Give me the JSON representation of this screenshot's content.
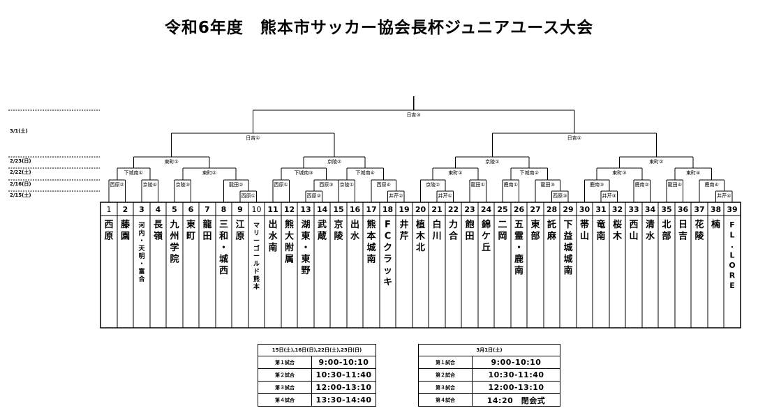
{
  "page": {
    "title": "令和6年度　熊本市サッカー協会長杯ジュニアユース大会"
  },
  "dates": [
    "3/1(土)",
    "2/23(日)",
    "2/22(土)",
    "2/16(日)",
    "2/15(土)"
  ],
  "teams": [
    {
      "no": "1",
      "name": "西原"
    },
    {
      "no": "2",
      "name": "藤園"
    },
    {
      "no": "3",
      "name": "河内・天明・富合"
    },
    {
      "no": "4",
      "name": "長嶺"
    },
    {
      "no": "5",
      "name": "九州学院"
    },
    {
      "no": "6",
      "name": "東町"
    },
    {
      "no": "7",
      "name": "龍田"
    },
    {
      "no": "8",
      "name": "三和・城西"
    },
    {
      "no": "9",
      "name": "江原"
    },
    {
      "no": "10",
      "name": "マリーゴールド熊本"
    },
    {
      "no": "11",
      "name": "出水南"
    },
    {
      "no": "12",
      "name": "熊大附属"
    },
    {
      "no": "13",
      "name": "湖東・東野"
    },
    {
      "no": "14",
      "name": "武蔵"
    },
    {
      "no": "15",
      "name": "京陵"
    },
    {
      "no": "16",
      "name": "出水"
    },
    {
      "no": "17",
      "name": "熊本城南"
    },
    {
      "no": "18",
      "name": "FCクラッキ"
    },
    {
      "no": "19",
      "name": "井芹"
    },
    {
      "no": "20",
      "name": "植木北"
    },
    {
      "no": "21",
      "name": "白川"
    },
    {
      "no": "22",
      "name": "力合"
    },
    {
      "no": "23",
      "name": "飽田"
    },
    {
      "no": "24",
      "name": "錦ケ丘"
    },
    {
      "no": "25",
      "name": "二岡"
    },
    {
      "no": "26",
      "name": "五霊・鹿南"
    },
    {
      "no": "27",
      "name": "東部"
    },
    {
      "no": "28",
      "name": "託麻"
    },
    {
      "no": "29",
      "name": "下益城城南"
    },
    {
      "no": "30",
      "name": "帯山"
    },
    {
      "no": "31",
      "name": "竜南"
    },
    {
      "no": "32",
      "name": "桜木"
    },
    {
      "no": "33",
      "name": "西山"
    },
    {
      "no": "34",
      "name": "清水"
    },
    {
      "no": "35",
      "name": "北部"
    },
    {
      "no": "36",
      "name": "日吉"
    },
    {
      "no": "37",
      "name": "花陵"
    },
    {
      "no": "38",
      "name": "楠"
    },
    {
      "no": "39",
      "name": "FL.LORE"
    }
  ],
  "venues": {
    "final": "日吉③",
    "semi": [
      "日吉①",
      "日吉②"
    ],
    "qf": [
      "東町①",
      "京陵②",
      "京陵①",
      "東町②"
    ],
    "r16": [
      "下城南①",
      "東町②",
      "下城南③",
      "下城南④",
      "東町①",
      "下城南②",
      "東町③",
      "東町④"
    ],
    "r32": [
      "西原②",
      "京陵④",
      "京陵③",
      "龍田②",
      "西原①",
      "西原③",
      "京陵①",
      "西原④",
      "京陵②",
      "龍田①",
      "鹿南①",
      "龍田③",
      "鹿南③",
      "鹿南②",
      "龍田④",
      "鹿南④"
    ],
    "r64": [
      "西原①",
      "西原②",
      "井芹②",
      "井芹①",
      "西原③",
      "井芹③",
      "井芹④"
    ]
  },
  "schedule": [
    {
      "header": "15日(土),16日(日),22日(土),23日(日)",
      "rows": [
        {
          "label": "第１試合",
          "time": "9:00-10:10"
        },
        {
          "label": "第２試合",
          "time": "10:30-11:40"
        },
        {
          "label": "第３試合",
          "time": "12:00-13:10"
        },
        {
          "label": "第４試合",
          "time": "13:30-14:40"
        }
      ]
    },
    {
      "header": "3月1日(土)",
      "rows": [
        {
          "label": "第１試合",
          "time": "9:00-10:10"
        },
        {
          "label": "第２試合",
          "time": "10:30-11:40"
        },
        {
          "label": "第３試合",
          "time": "12:00-13:10"
        },
        {
          "label": "第４試合",
          "time": "14:20　閉会式"
        }
      ]
    }
  ]
}
